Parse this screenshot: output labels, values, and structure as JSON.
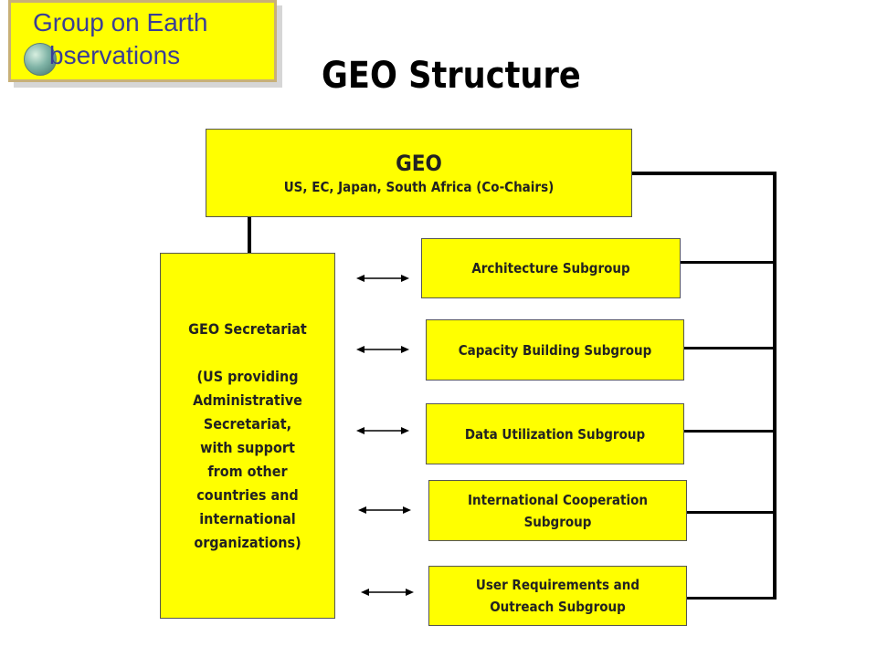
{
  "logo": {
    "line1": "Group on Earth",
    "line2": "bservations",
    "globe_icon": "globe-icon"
  },
  "title": "GEO Structure",
  "geo": {
    "name": "GEO",
    "chairs": "US, EC, Japan, South Africa (Co-Chairs)"
  },
  "secretariat": {
    "lines": [
      "GEO Secretariat",
      "",
      "(US providing",
      "Administrative",
      "Secretariat,",
      "with support",
      "from other",
      "countries and",
      "international",
      "organizations)"
    ]
  },
  "subgroups": [
    {
      "line1": "Architecture Subgroup",
      "line2": ""
    },
    {
      "line1": "Capacity Building Subgroup",
      "line2": ""
    },
    {
      "line1": "Data Utilization Subgroup",
      "line2": ""
    },
    {
      "line1": "International Cooperation",
      "line2": "Subgroup"
    },
    {
      "line1": "User Requirements and",
      "line2": "Outreach Subgroup"
    }
  ],
  "colors": {
    "box_fill": "#ffff00",
    "logo_text": "#3a3e96",
    "line": "#000000"
  }
}
